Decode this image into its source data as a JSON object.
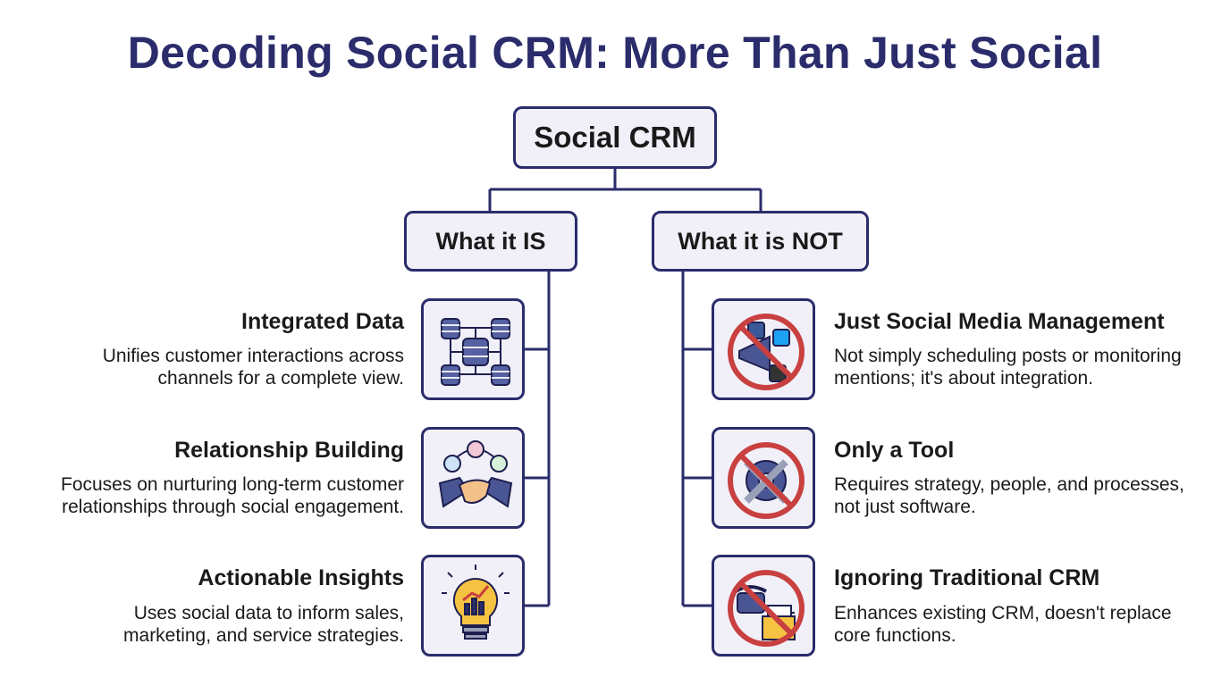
{
  "title": "Decoding Social CRM: More Than Just Social",
  "root": {
    "label": "Social CRM"
  },
  "branches": {
    "is": {
      "label": "What it IS",
      "items": [
        {
          "title": "Integrated Data",
          "desc": "Unifies customer interactions across channels for a complete view.",
          "icon": "database-network-icon"
        },
        {
          "title": "Relationship Building",
          "desc": "Focuses on nurturing long-term customer relationships through social engagement.",
          "icon": "handshake-people-icon"
        },
        {
          "title": "Actionable Insights",
          "desc": "Uses social data to inform sales, marketing, and service strategies.",
          "icon": "lightbulb-chart-icon"
        }
      ]
    },
    "not": {
      "label": "What it is NOT",
      "items": [
        {
          "title": "Just Social Media Management",
          "desc": "Not simply scheduling posts or monitoring mentions; it's about integration.",
          "icon": "no-social-megaphone-icon"
        },
        {
          "title": "Only a Tool",
          "desc": "Requires strategy, people, and processes, not just software.",
          "icon": "no-gear-wrench-icon"
        },
        {
          "title": "Ignoring Traditional CRM",
          "desc": "Enhances existing CRM, doesn't replace core functions.",
          "icon": "no-phone-folder-icon"
        }
      ]
    }
  },
  "colors": {
    "navy": "#2a2c6b",
    "node_fill": "#f1f0f8",
    "prohibit_red": "#c8403f",
    "icon_blue": "#4a5694",
    "bulb_yellow": "#f5c242"
  }
}
